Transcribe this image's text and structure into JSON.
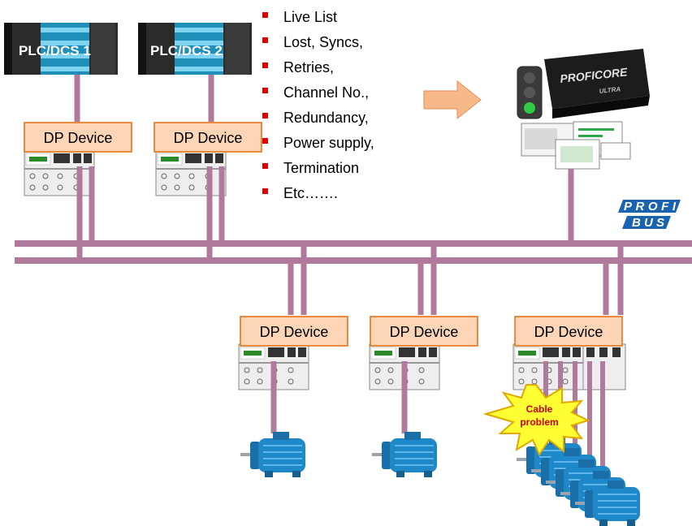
{
  "plcs": [
    {
      "label": "PLC/DCS 1"
    },
    {
      "label": "PLC/DCS 2"
    }
  ],
  "devices": [
    {
      "label": "DP Device"
    },
    {
      "label": "DP Device"
    },
    {
      "label": "DP Device"
    },
    {
      "label": "DP Device"
    },
    {
      "label": "DP Device"
    }
  ],
  "diagnostics": {
    "items": [
      "Live List",
      "Lost, Syncs,",
      "Retries,",
      "Channel No.,",
      "Redundancy,",
      "Power supply,",
      "Termination",
      "Etc……."
    ]
  },
  "burst": {
    "line1": "Cable",
    "line2": "problem"
  },
  "monitor": {
    "brand": "PROFICORE",
    "model": "ULTRA"
  },
  "logo": {
    "line1": "PROFI",
    "line2": "BUS"
  },
  "colors": {
    "bus": "#b07a9c",
    "device_box": "#fbd5b5",
    "device_border": "#e46c0a",
    "arrow": "#f8b98a",
    "motor": "#1e88c8",
    "bullet": "#e00000",
    "burst": "#ffff33"
  }
}
